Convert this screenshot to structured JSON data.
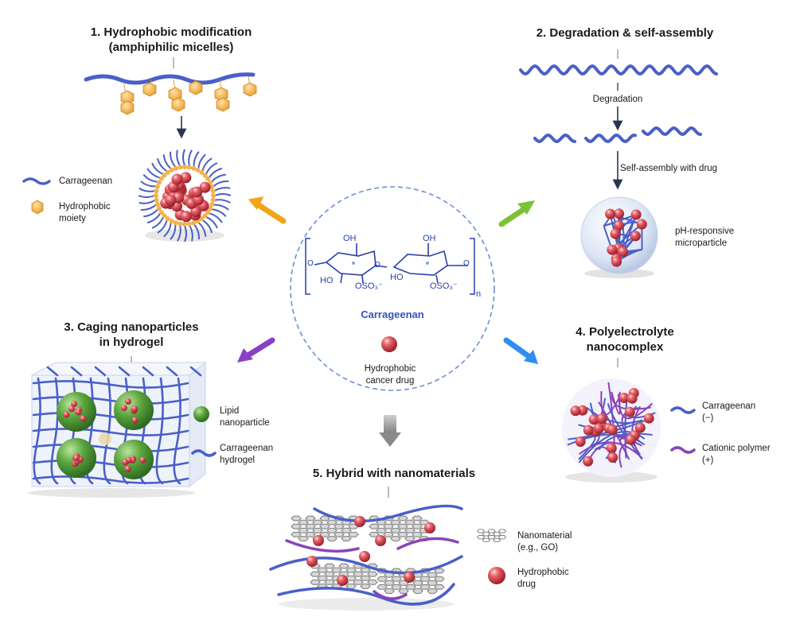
{
  "panels": {
    "p1": {
      "title_line1": "1. Hydrophobic modification",
      "title_line2": "(amphiphilic micelles)",
      "legend": {
        "carrageenan": "Carrageenan",
        "moiety_line1": "Hydrophobic",
        "moiety_line2": "moiety"
      }
    },
    "p2": {
      "title": "2. Degradation & self-assembly",
      "step1": "Degradation",
      "step2": "Self-assembly with drug",
      "result_line1": "pH-responsive",
      "result_line2": "microparticle"
    },
    "p3": {
      "title_line1": "3. Caging nanoparticles",
      "title_line2": "in hydrogel",
      "legend": {
        "lipid_line1": "Lipid",
        "lipid_line2": "nanoparticle",
        "gel_line1": "Carrageenan",
        "gel_line2": "hydrogel"
      }
    },
    "p4": {
      "title_line1": "4. Polyelectrolyte",
      "title_line2": "nanocomplex",
      "legend": {
        "carr_line1": "Carrageenan",
        "carr_line2": "(−)",
        "cation_line1": "Cationic polymer",
        "cation_line2": "(+)"
      }
    },
    "p5": {
      "title": "5. Hybrid with nanomaterials",
      "legend": {
        "nano_line1": "Nanomaterial",
        "nano_line2": "(e.g., GO)",
        "drug_line1": "Hydrophobic",
        "drug_line2": "drug"
      }
    }
  },
  "center": {
    "structure": {
      "oh_left": "OH",
      "oh_right": "OH",
      "o_bridge": "O",
      "o_left": "O",
      "o_right": "O",
      "ho_left": "HO",
      "ho_mid": "HO",
      "oso3_left": "OSO₃⁻",
      "oso3_right": "OSO₃⁻",
      "sub_n": "n"
    },
    "name": "Carrageenan",
    "drug_line1": "Hydrophobic",
    "drug_line2": "cancer drug"
  },
  "colors": {
    "carrageenan": "#4a5fc8",
    "drug": "#d9454f",
    "moiety": "#f2b24c",
    "lipid": "#4f9a3a",
    "cationic": "#8a44b8",
    "arrow_orange": "#f3a417",
    "arrow_green": "#7bc236",
    "arrow_purple": "#8b3fc4",
    "arrow_blue": "#2f8ef0",
    "arrow_gray": "#8a8a8a",
    "dash_circle": "#6c8fd6",
    "struct_text": "#2b3fa8"
  },
  "icons": [
    "carrageenan-chain-icon",
    "hydrophobic-moiety-icon",
    "drug-sphere-icon",
    "lipid-nanoparticle-icon",
    "hydrogel-network-icon",
    "cationic-polymer-icon",
    "graphene-oxide-icon"
  ]
}
